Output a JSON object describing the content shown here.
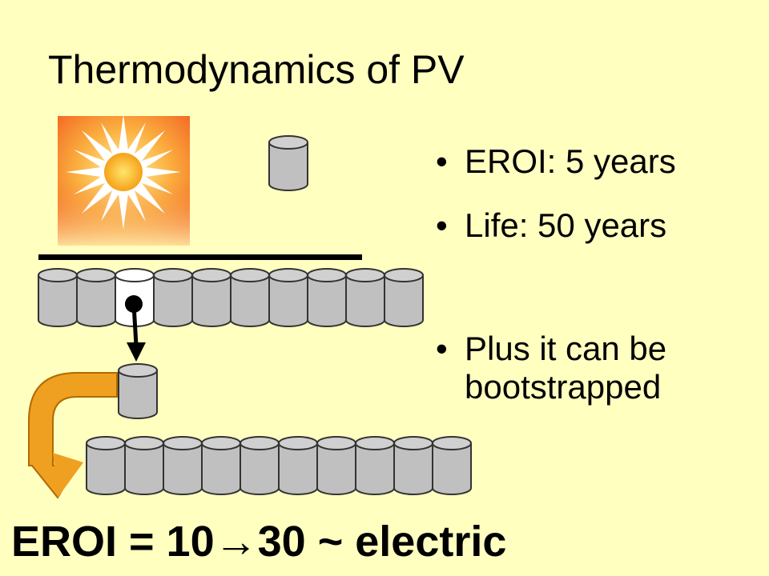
{
  "slide": {
    "title": "Thermodynamics of PV",
    "bullets": [
      "EROI: 5 years",
      "Life: 50 years",
      "Plus it can be bootstrapped"
    ],
    "bottom": {
      "left": "EROI = 10",
      "arrow": "→",
      "right": "30 ~ electric"
    }
  },
  "colors": {
    "background": "#FFFFC0",
    "battery_fill": "#C0C0C0",
    "battery_used": "#FFFFFF",
    "curved_arrow": "#F0A020",
    "sun_orange": "#F7941D"
  },
  "icons": [
    "sun-icon",
    "battery-icon",
    "curved-arrow-icon",
    "down-arrow-icon"
  ]
}
